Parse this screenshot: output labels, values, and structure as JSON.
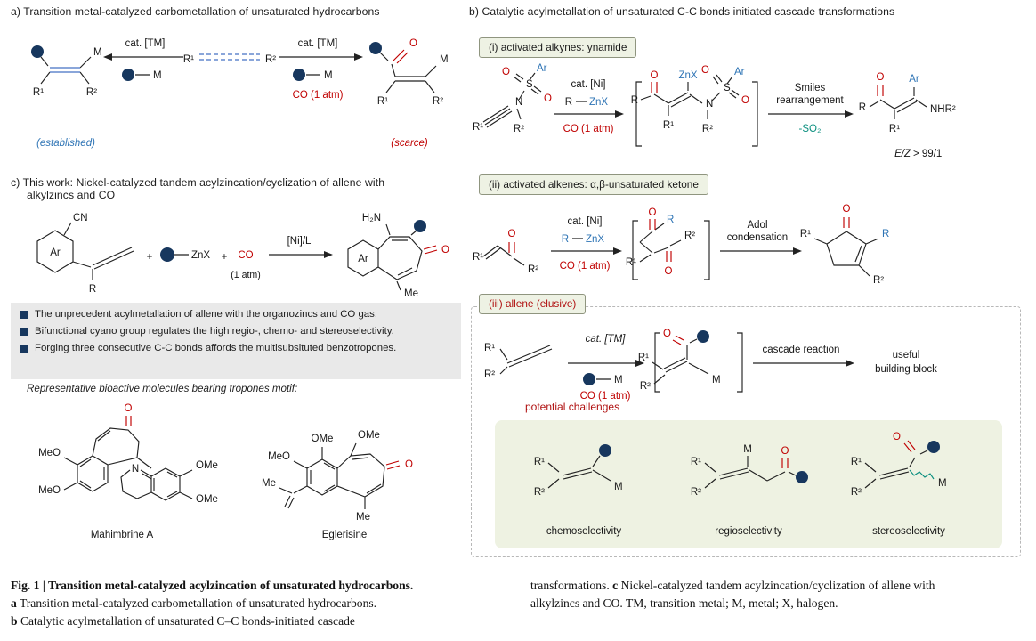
{
  "colors": {
    "navy_ball": "#17375e",
    "blue": "#2e74b5",
    "bond_blue": "#4472c4",
    "red": "#c00000",
    "teal": "#0b8f7f",
    "box_green": "#eef2e2",
    "box_gray": "#e9e9e9"
  },
  "sym": {
    "r1": "R¹",
    "r2": "R²",
    "r": "R",
    "m": "M",
    "o": "O",
    "n": "N",
    "s": "S",
    "ar": "Ar",
    "znx": "ZnX",
    "cn": "CN",
    "co": "CO",
    "me": "Me",
    "ome": "OMe",
    "meo": "MeO",
    "h2n": "H₂N",
    "nhr2": "NHR²",
    "plus": "+",
    "co_atm": "CO (1 atm)",
    "one_atm": "(1 atm)"
  },
  "common": {
    "cat_tm": "cat. [TM]",
    "cat_ni": "cat. [Ni]"
  },
  "panel_a": {
    "title": "a) Transition metal-catalyzed carbometallation of unsaturated hydrocarbons",
    "established": "(established)",
    "scarce": "(scarce)"
  },
  "panel_b": {
    "title": "b) Catalytic acylmetallation of unsaturated C-C bonds initiated cascade transformations",
    "sec1": {
      "label": "(i) activated alkynes: ynamide",
      "smiles_1": "Smiles",
      "smiles_2": "rearrangement",
      "so2": "-SO₂",
      "ez_italic": "E/Z",
      "ez_rest": " > 99/1"
    },
    "sec2": {
      "label": "(ii) activated alkenes: α,β-unsaturated ketone",
      "adol_1": "Adol",
      "adol_2": "condensation"
    },
    "sec3": {
      "label": "(iii) allene (elusive)",
      "cascade": "cascade reaction",
      "useful_1": "useful",
      "useful_2": "building block",
      "challenges": "potential challenges",
      "chemo": "chemoselectivity",
      "regio": "regioselectivity",
      "stereo": "stereoselectivity"
    }
  },
  "panel_c": {
    "title_1": "c) This work: Nickel-catalyzed tandem acylzincation/cyclization of allene with",
    "title_2": "alkylzincs and CO",
    "ni_l": "[Ni]/L",
    "bullets": [
      "The unprecedent acylmetallation of allene with the organozincs and CO gas.",
      "Bifunctional cyano group regulates the high regio-, chemo- and stereoselectivity.",
      "Forging three consecutive C-C bonds affords the multisubsituted benzotropones."
    ],
    "bioactive_note": "Representative bioactive molecules bearing tropones motif:",
    "mol1": "Mahimbrine A",
    "mol2": "Eglerisine"
  },
  "caption": {
    "title": "Fig. 1 | Transition metal-catalyzed acylzincation of unsaturated hydrocarbons.",
    "a": "a",
    "a_rest": " Transition metal-catalyzed carbometallation of unsaturated hydrocarbons.",
    "b": "b",
    "b_rest": " Catalytic acylmetallation of unsaturated C–C bonds-initiated cascade",
    "right_pre": "transformations. ",
    "c": "c",
    "c_rest": " Nickel-catalyzed tandem acylzincation/cyclization of allene with",
    "right_2": "alkylzincs and CO. TM, transition metal; M, metal; X, halogen."
  }
}
